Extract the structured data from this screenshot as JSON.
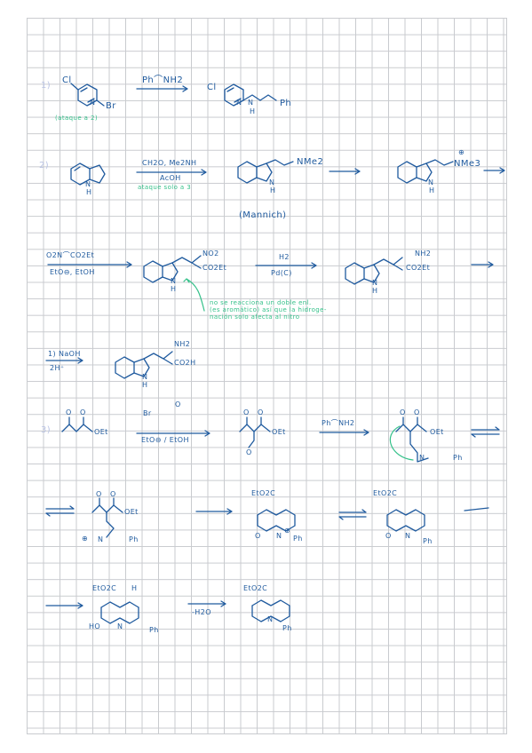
{
  "labels": {
    "num_1": "1)",
    "r1_reagent": "Ph⌒NH2",
    "r1_cl": "Cl",
    "r1_br": "Br",
    "r1_n": "N",
    "r1_prod_cl": "Cl",
    "r1_prod_n": "N",
    "r1_prod_nh": "N",
    "r1_prod_h": "H",
    "r1_prod_ph": "Ph",
    "r1_note": "(ataque a 2)",
    "num_2": "2)",
    "r2_reagent_top": "CH2O, Me2NH",
    "r2_reagent_bottom": "AcOH",
    "r2_note": "ataque solo a 3",
    "r2_n": "N",
    "r2_h": "H",
    "r2_prod_nme2": "NMe2",
    "r2_prod_n": "N",
    "r2_prod_h": "H",
    "r2_charge": "⊕",
    "r2_nme3": "NMe3",
    "r2_mannich": "(Mannich)",
    "r3_reagent": "O2N⌒CO2Et",
    "r3_cond": "EtO⊖, EtOH",
    "r3_no2": "NO2",
    "r3_co2et": "CO2Et",
    "r3_n": "N",
    "r3_h": "H",
    "r3_h2": "H2",
    "r3_pdc": "Pd(C)",
    "r3_nh2": "NH2",
    "r3_co2et_b": "CO2Et",
    "r3_n_b": "N",
    "r3_h_b": "H",
    "r3_note_line1": "no se reacciona un doble enl.",
    "r3_note_line2": "(es aromático) así que la hidroge-",
    "r3_note_line3": "nación solo afecta al nitro",
    "r4_step1": "1) NaOH",
    "r4_step2": "2H⁺",
    "r4_nh2": "NH2",
    "r4_co2h": "CO2H",
    "r4_n": "N",
    "r4_h": "H",
    "num_3": "3)",
    "r5_o1": "O",
    "r5_o2": "O",
    "r5_oet": "OEt",
    "r5_br": "Br",
    "r5_o_top": "O",
    "r5_cond": "EtO⊖ / EtOH",
    "r5_p_o1": "O",
    "r5_p_o2": "O",
    "r5_p_oet": "OEt",
    "r5_p_o3": "O",
    "r5_amine": "Ph⌒NH2",
    "r5_i_o1": "O",
    "r5_i_o2": "O",
    "r5_i_oet": "OEt",
    "r5_i_n": "N",
    "r5_i_ph": "Ph",
    "r6_o1": "O",
    "r6_o2": "O",
    "r6_oet": "OEt",
    "r6_charge": "⊕",
    "r6_n": "N",
    "r6_ph": "Ph",
    "r6_b_eto2c": "EtO2C",
    "r6_b_o": "O",
    "r6_b_charge": "⊕",
    "r6_b_n": "N",
    "r6_b_ph": "Ph",
    "r6_c_eto2c": "EtO2C",
    "r6_c_o": "O",
    "r6_c_n": "N",
    "r6_c_ph": "Ph",
    "r7_eto2c": "EtO2C",
    "r7_h": "H",
    "r7_ho": "HO",
    "r7_n": "N",
    "r7_ph": "Ph",
    "r7_cond": "-H2O",
    "r7_p_eto2c": "EtO2C",
    "r7_p_n": "N",
    "r7_p_ph": "Ph"
  },
  "colors": {
    "ink": "#1f5a9e",
    "note": "#35c18a",
    "grid": "#c9cbcf"
  }
}
